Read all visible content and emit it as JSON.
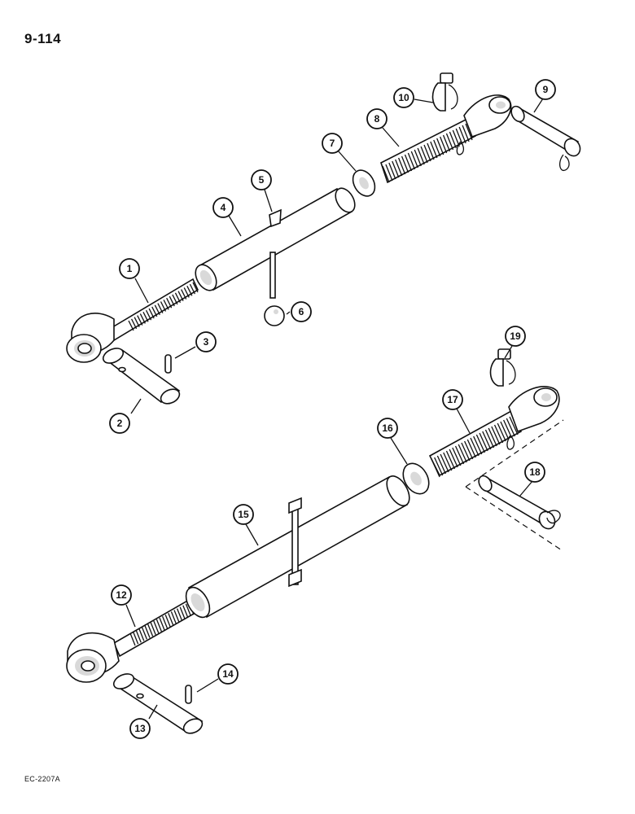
{
  "page_number": "9-114",
  "figure_code": "EC-2207A",
  "callouts": {
    "c1": "1",
    "c2": "2",
    "c3": "3",
    "c4": "4",
    "c5": "5",
    "c6": "6",
    "c7": "7",
    "c8": "8",
    "c9": "9",
    "c10": "10",
    "c12": "12",
    "c13": "13",
    "c14": "14",
    "c15": "15",
    "c16": "16",
    "c17": "17",
    "c18": "18",
    "c19": "19"
  }
}
